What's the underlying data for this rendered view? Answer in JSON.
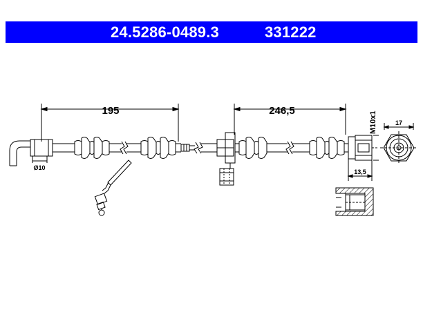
{
  "header": {
    "part_number": "24.5286-0489.3",
    "reference_number": "331222",
    "background_color": "#0000ff",
    "text_color": "#ffffff"
  },
  "dimensions": {
    "length_left": "195",
    "length_right": "246,5",
    "diameter": "Ø10",
    "thread": "M10x1",
    "nut_length": "13,5",
    "hex_size": "17"
  }
}
